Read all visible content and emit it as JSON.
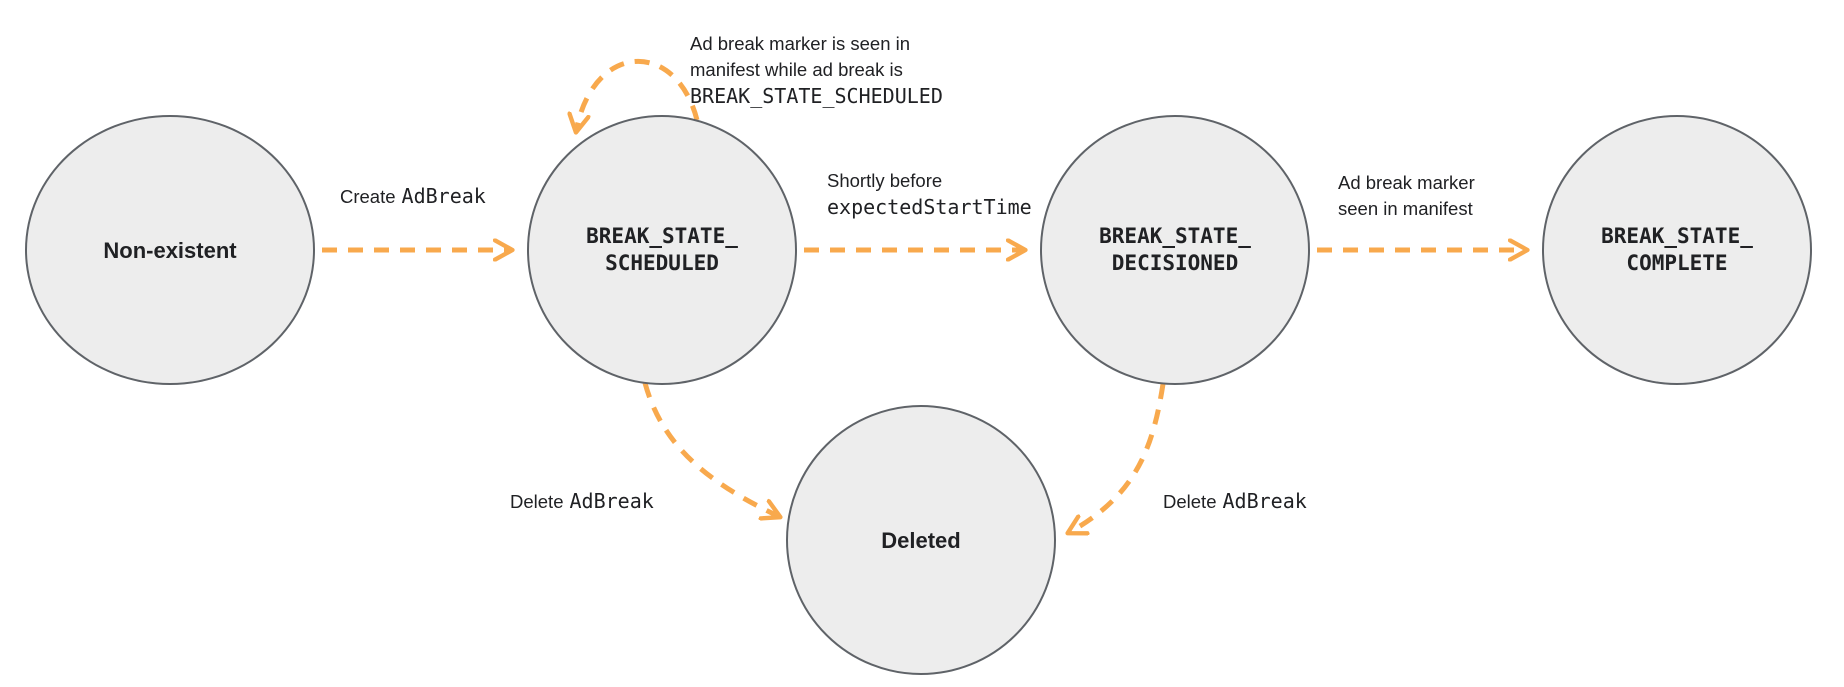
{
  "states": {
    "non_existent": {
      "label": "Non-existent"
    },
    "scheduled": {
      "line1": "BREAK_STATE_",
      "line2": "SCHEDULED"
    },
    "decisioned": {
      "line1": "BREAK_STATE_",
      "line2": "DECISIONED"
    },
    "complete": {
      "line1": "BREAK_STATE_",
      "line2": "COMPLETE"
    },
    "deleted": {
      "label": "Deleted"
    }
  },
  "transitions": {
    "create": {
      "text": "Create",
      "code": "AdBreak"
    },
    "self_loop": {
      "line1": "Ad break marker is seen in",
      "line2": "manifest while ad break is",
      "code": "BREAK_STATE_SCHEDULED"
    },
    "decision": {
      "text": "Shortly before",
      "code": "expectedStartTime"
    },
    "marker_seen": {
      "line1": "Ad break marker",
      "line2": "seen in manifest"
    },
    "delete_from_scheduled": {
      "text": "Delete",
      "code": "AdBreak"
    },
    "delete_from_decisioned": {
      "text": "Delete",
      "code": "AdBreak"
    }
  },
  "colors": {
    "arrow": "#F8A94D",
    "state_fill": "#EDEDED",
    "state_border": "#5F6368",
    "text": "#202124"
  }
}
